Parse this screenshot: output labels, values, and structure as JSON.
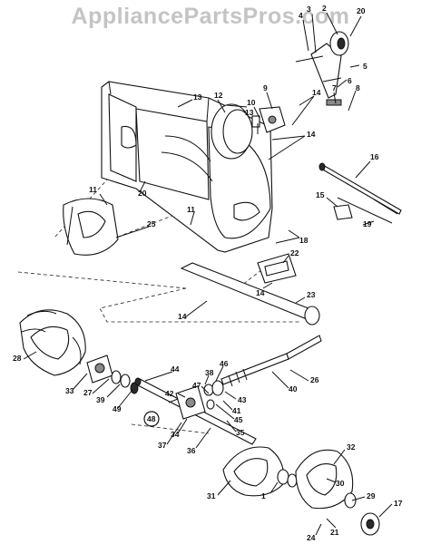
{
  "watermark": "AppliancePartsPros.com",
  "callouts": [
    {
      "id": "c3",
      "text": "3"
    },
    {
      "id": "c2",
      "text": "2"
    },
    {
      "id": "c20a",
      "text": "20"
    },
    {
      "id": "c4",
      "text": "4"
    },
    {
      "id": "c5",
      "text": "5"
    },
    {
      "id": "c6",
      "text": "6"
    },
    {
      "id": "c13a",
      "text": "13"
    },
    {
      "id": "c12",
      "text": "12"
    },
    {
      "id": "c10",
      "text": "10"
    },
    {
      "id": "c9",
      "text": "9"
    },
    {
      "id": "c7",
      "text": "7"
    },
    {
      "id": "c14a",
      "text": "14"
    },
    {
      "id": "c8",
      "text": "8"
    },
    {
      "id": "c13b",
      "text": "13"
    },
    {
      "id": "c14b",
      "text": "14"
    },
    {
      "id": "c16",
      "text": "16"
    },
    {
      "id": "c11a",
      "text": "11"
    },
    {
      "id": "c20b",
      "text": "20"
    },
    {
      "id": "c15",
      "text": "15"
    },
    {
      "id": "c11b",
      "text": "11"
    },
    {
      "id": "c19",
      "text": "19"
    },
    {
      "id": "c25",
      "text": "25"
    },
    {
      "id": "c18",
      "text": "18"
    },
    {
      "id": "c22",
      "text": "22"
    },
    {
      "id": "c14c",
      "text": "14"
    },
    {
      "id": "c23",
      "text": "23"
    },
    {
      "id": "c14d",
      "text": "14"
    },
    {
      "id": "c46",
      "text": "46"
    },
    {
      "id": "c44",
      "text": "44"
    },
    {
      "id": "c38",
      "text": "38"
    },
    {
      "id": "c26",
      "text": "26"
    },
    {
      "id": "c28",
      "text": "28"
    },
    {
      "id": "c33",
      "text": "33"
    },
    {
      "id": "c27",
      "text": "27"
    },
    {
      "id": "c42",
      "text": "42"
    },
    {
      "id": "c47",
      "text": "47"
    },
    {
      "id": "c40",
      "text": "40"
    },
    {
      "id": "c39",
      "text": "39"
    },
    {
      "id": "c43",
      "text": "43"
    },
    {
      "id": "c41",
      "text": "41"
    },
    {
      "id": "c49",
      "text": "49"
    },
    {
      "id": "c45",
      "text": "45"
    },
    {
      "id": "c48",
      "text": "48"
    },
    {
      "id": "c35",
      "text": "35"
    },
    {
      "id": "c34",
      "text": "34"
    },
    {
      "id": "c37",
      "text": "37"
    },
    {
      "id": "c36",
      "text": "36"
    },
    {
      "id": "c32",
      "text": "32"
    },
    {
      "id": "c30",
      "text": "30"
    },
    {
      "id": "c31",
      "text": "31"
    },
    {
      "id": "c1",
      "text": "1"
    },
    {
      "id": "c29",
      "text": "29"
    },
    {
      "id": "c17",
      "text": "17"
    },
    {
      "id": "c21",
      "text": "21"
    },
    {
      "id": "c24",
      "text": "24"
    }
  ]
}
